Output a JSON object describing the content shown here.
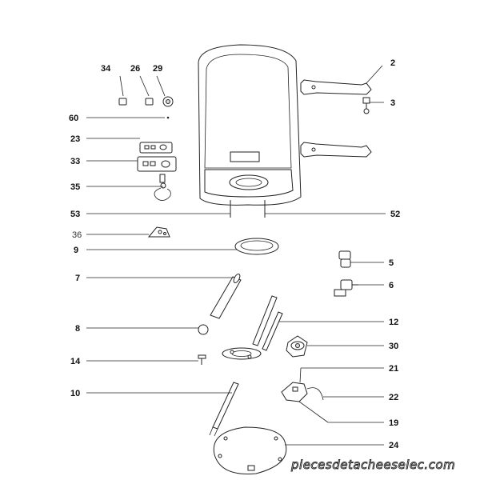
{
  "labels": {
    "p2": "2",
    "p3": "3",
    "p5": "5",
    "p6": "6",
    "p7": "7",
    "p8": "8",
    "p9": "9",
    "p10": "10",
    "p12": "12",
    "p14": "14",
    "p19": "19",
    "p21": "21",
    "p22": "22",
    "p23": "23",
    "p24": "24",
    "p26": "26",
    "p29": "29",
    "p30": "30",
    "p33": "33",
    "p34": "34",
    "p35": "35",
    "p36": "36",
    "p52": "52",
    "p53": "53",
    "p60": "60"
  },
  "watermark": "piecesdetacheeselec.com"
}
